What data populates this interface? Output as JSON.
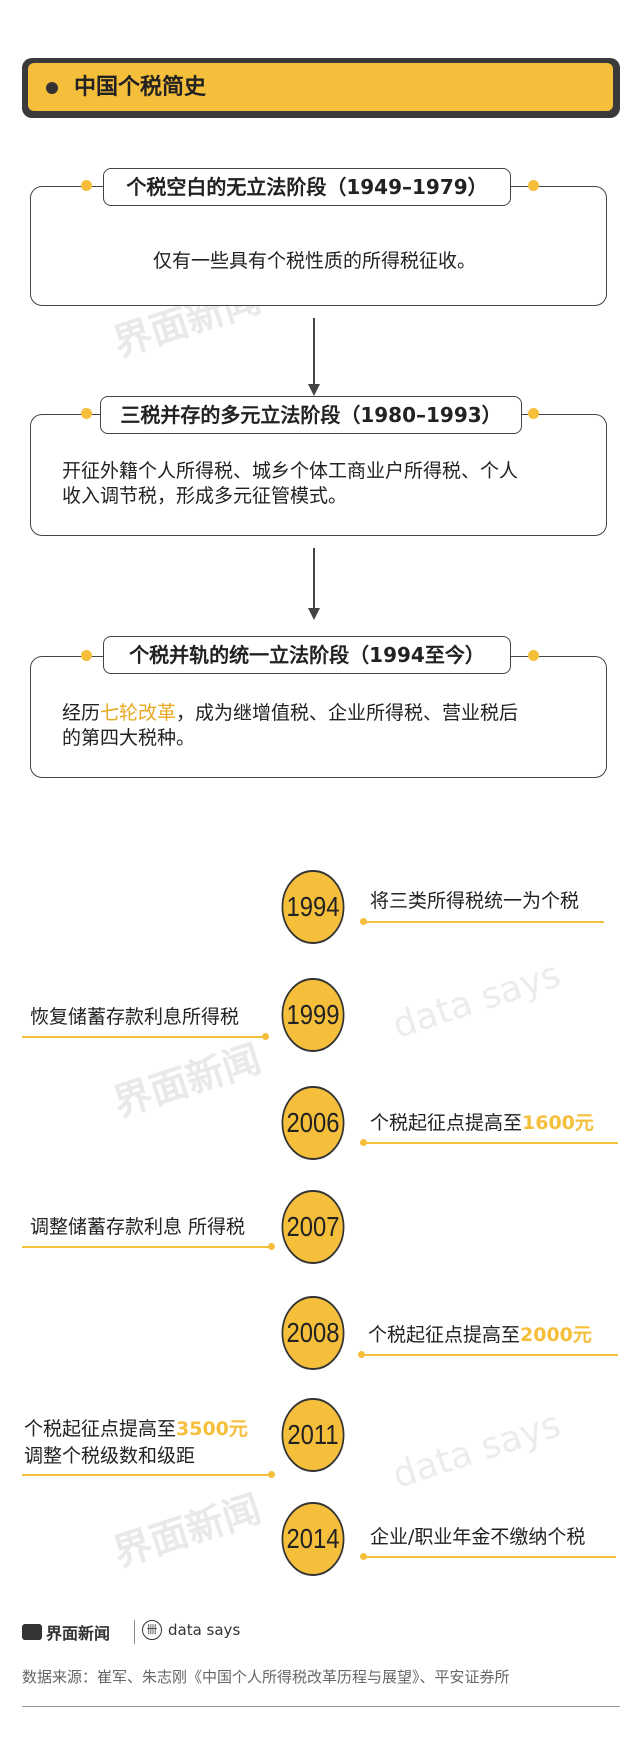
{
  "header": {
    "title": "中国个税简史"
  },
  "stages": [
    {
      "label": "个税空白的无立法阶段（1949–1979）",
      "text": "仅有一些具有个税性质的所得税征收。"
    },
    {
      "label": "三税并存的多元立法阶段（1980–1993）",
      "text_line1": "开征外籍个人所得税、城乡个体工商业户所得税、个人",
      "text_line2": "收入调节税，形成多元征管模式。"
    },
    {
      "label": "个税并轨的统一立法阶段（1994至今）",
      "text_pre": "经历",
      "text_hl": "七轮改革",
      "text_post": "，成为继增值税、企业所得税、营业税后",
      "text_line2": "的第四大税种。"
    }
  ],
  "timeline": [
    {
      "year": "1994",
      "event": "将三类所得税统一为个税"
    },
    {
      "year": "1999",
      "event": "恢复储蓄存款利息所得税"
    },
    {
      "year": "2006",
      "event": "个税起征点提高至",
      "highlight": "1600元"
    },
    {
      "year": "2007",
      "event": "调整储蓄存款利息 所得税"
    },
    {
      "year": "2008",
      "event": "个税起征点提高至",
      "highlight": "2000元"
    },
    {
      "year": "2011",
      "event": "个税起征点提高至",
      "highlight": "3500元",
      "event_line2": "调整个税级数和级距"
    },
    {
      "year": "2014",
      "event": "企业/职业年金不缴纳个税"
    }
  ],
  "watermark": {
    "cn": "界面新闻",
    "en": "data says"
  },
  "footer": {
    "brand": "界面新闻",
    "partner": "data says",
    "source": "数据来源：崔军、朱志刚《中国个人所得税改革历程与展望》、平安证券所"
  },
  "colors": {
    "accent": "#f5bf3c",
    "dark": "#3a3a3a"
  }
}
